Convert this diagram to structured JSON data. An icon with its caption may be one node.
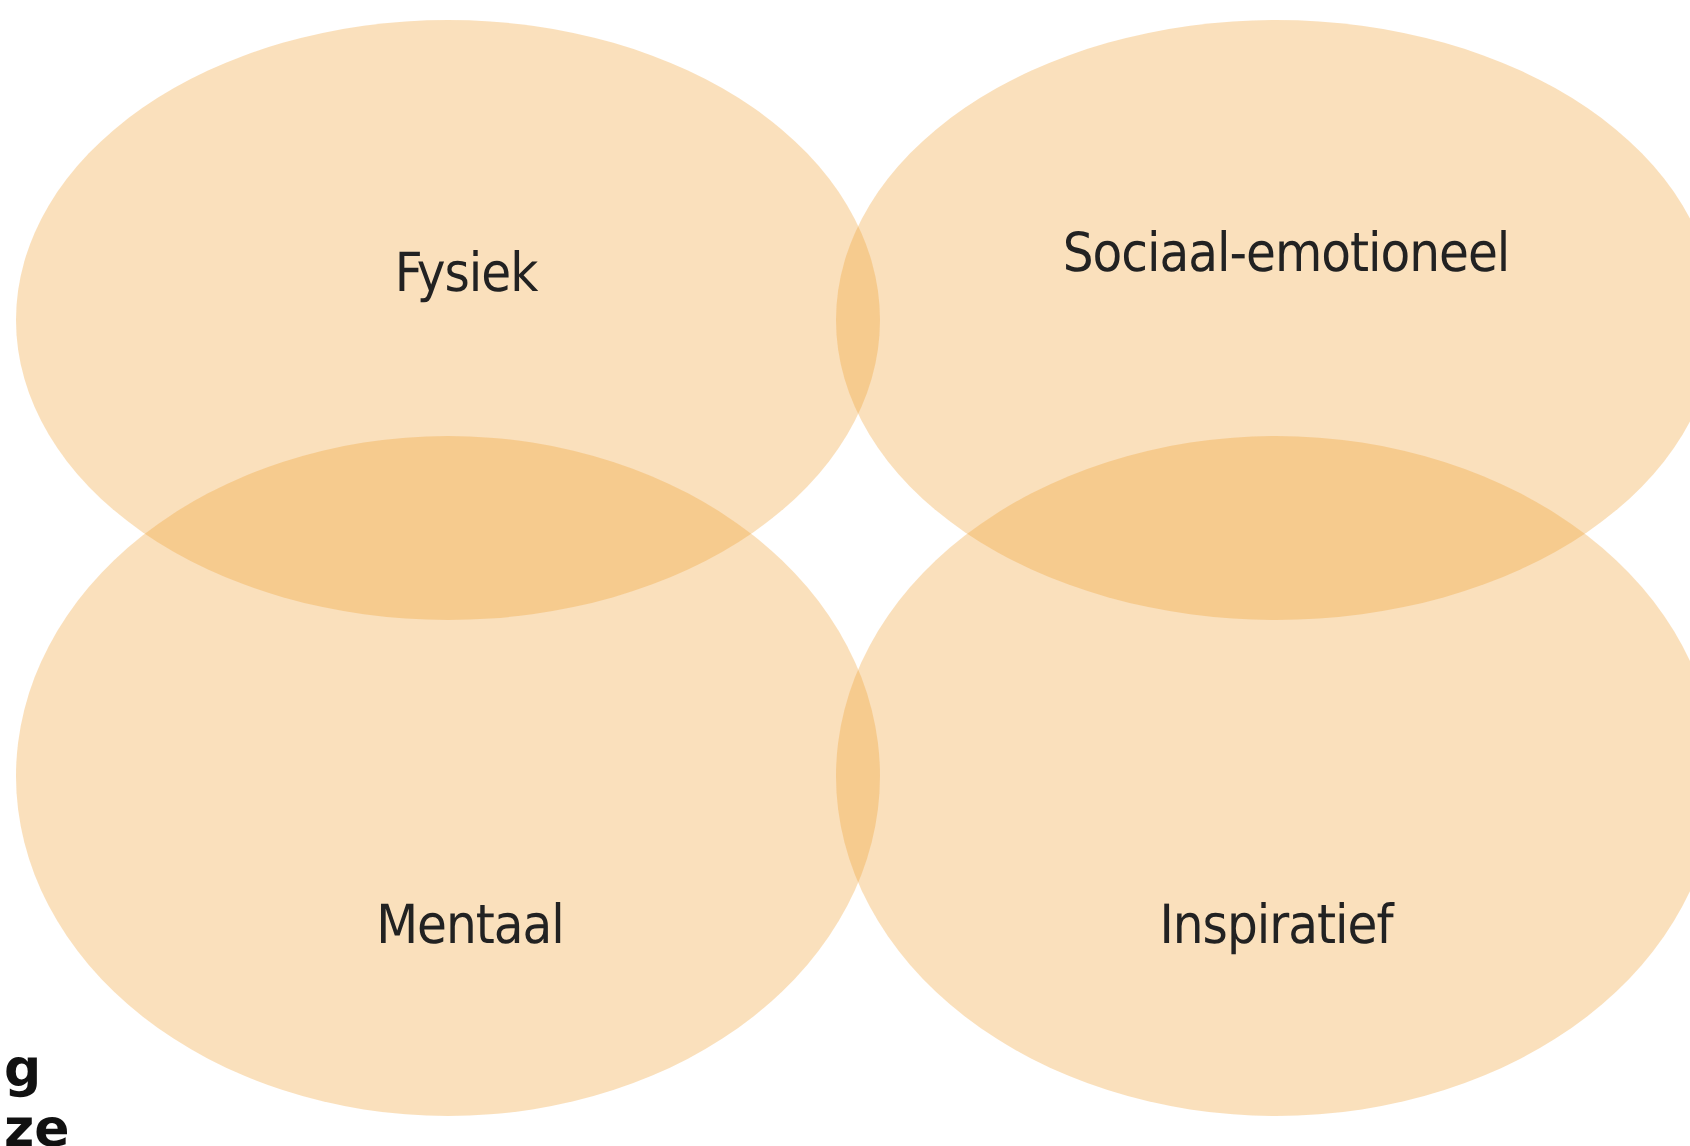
{
  "diagram": {
    "nodes": [
      {
        "text": [
          "Fysiek"
        ]
      },
      {
        "text": [
          "Sociaal-emotioneel"
        ]
      },
      {
        "text": [
          "Mentaal"
        ]
      },
      {
        "text": [
          "Inspiratief"
        ]
      }
    ],
    "labels": [
      "g",
      "ze"
    ]
  }
}
